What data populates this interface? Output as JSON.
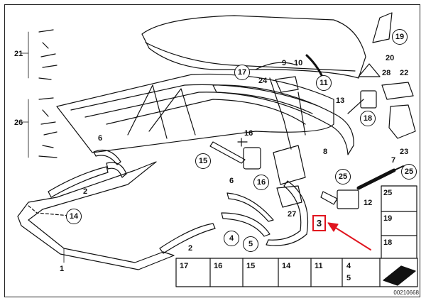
{
  "callouts": {
    "c21": "21",
    "c26": "26",
    "c6a": "6",
    "c6b": "6",
    "c2a": "2",
    "c2b": "2",
    "c1": "1",
    "c14": "14",
    "c15": "15",
    "c16": "16",
    "c16b": "16",
    "c9": "9",
    "c10": "10",
    "c17": "17",
    "c11": "11",
    "c24": "24",
    "c28": "28",
    "c22": "22",
    "c13": "13",
    "c18": "18",
    "c8": "8",
    "c23": "23",
    "c19": "19",
    "c20": "20",
    "c7": "7",
    "c25a": "25",
    "c25b": "25",
    "c12": "12",
    "c27": "27",
    "c4": "4",
    "c5": "5",
    "c3": "3"
  },
  "legend_right": {
    "r25": "25",
    "r19": "19",
    "r18": "18"
  },
  "legend_bottom": {
    "b17": "17",
    "b16": "16",
    "b15": "15",
    "b14": "14",
    "b11": "11",
    "b4": "4",
    "b5": "5"
  },
  "document_number": "00210668",
  "colors": {
    "line": "#111111",
    "highlight": "#e0141e",
    "fill": "#ffffff"
  }
}
